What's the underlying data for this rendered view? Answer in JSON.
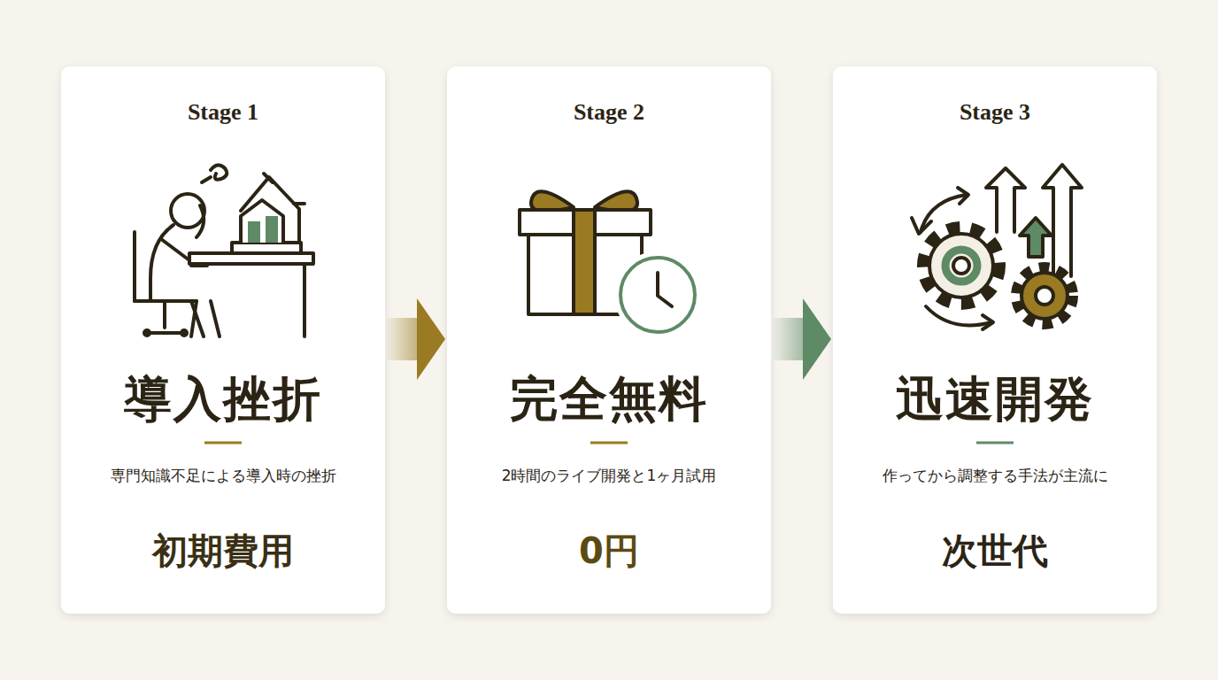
{
  "diagram": {
    "nodes": [
      {
        "text": [
          "Stage 1",
          "導入挫折",
          "専門知識不足による導入時の挫折",
          "初期費用"
        ]
      },
      {
        "text": [
          "Stage 2",
          "完全無料",
          "2時間のライブ開発と1ヶ月試用",
          "0円"
        ]
      },
      {
        "text": [
          "Stage 3",
          "迅速開発",
          "作ってから調整する手法が主流に",
          "次世代"
        ]
      }
    ],
    "edges": [
      {
        "from": 0,
        "to": 1,
        "arrow": "to"
      },
      {
        "from": 1,
        "to": 2,
        "arrow": "to"
      }
    ]
  }
}
